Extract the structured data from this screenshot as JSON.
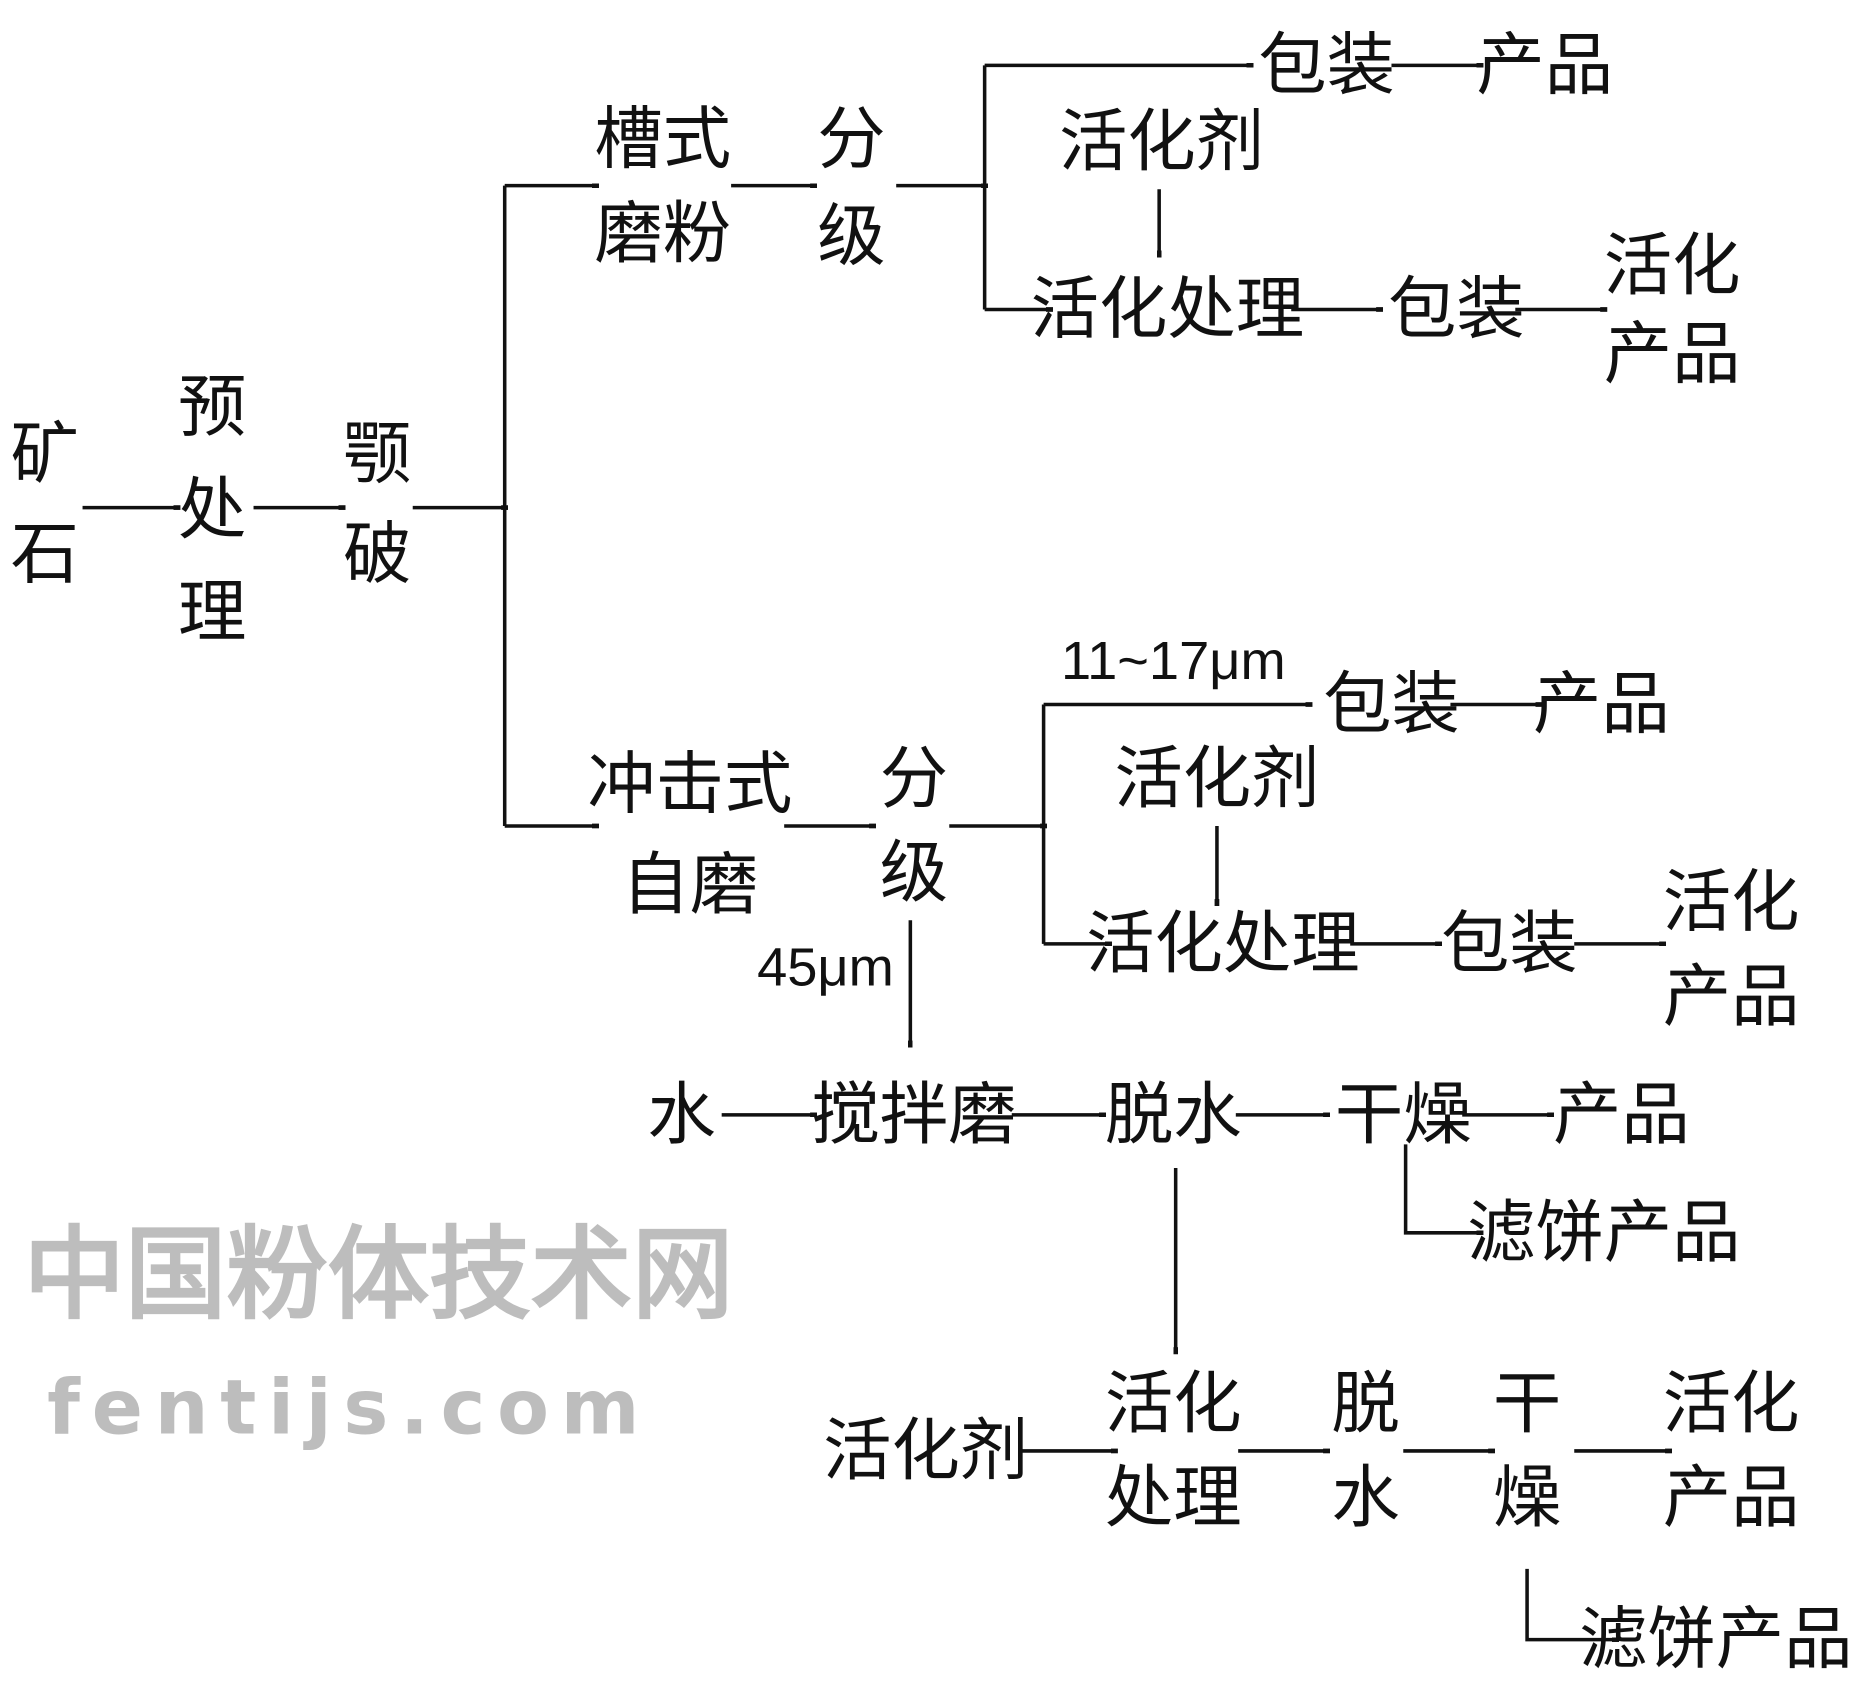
{
  "watermark": {
    "cn": "中国粉体技术网",
    "en": "fentijs.com"
  },
  "nodes": {
    "ore": [
      "矿",
      "石"
    ],
    "pretreat": [
      "预",
      "处",
      "理"
    ],
    "jaw": [
      "颚",
      "破"
    ],
    "trough_mill": [
      "槽式",
      "磨粉"
    ],
    "classify1": [
      "分",
      "级"
    ],
    "pack1": [
      "包装"
    ],
    "prod1": [
      "产品"
    ],
    "agent1": [
      "活化剂"
    ],
    "activate1": [
      "活化处理"
    ],
    "pack2": [
      "包装"
    ],
    "actprod1": [
      "活化",
      "产品"
    ],
    "impact_mill": [
      "冲击式",
      "自磨"
    ],
    "classify2": [
      "分",
      "级"
    ],
    "pack3": [
      "包装"
    ],
    "prod2": [
      "产品"
    ],
    "agent2": [
      "活化剂"
    ],
    "activate2": [
      "活化处理"
    ],
    "pack4": [
      "包装"
    ],
    "actprod2": [
      "活化",
      "产品"
    ],
    "water": [
      "水"
    ],
    "stir_mill": [
      "搅拌磨"
    ],
    "dewater1": [
      "脱水"
    ],
    "dry1": [
      "干燥"
    ],
    "prod3": [
      "产品"
    ],
    "cake1": [
      "滤饼产品"
    ],
    "agent3": [
      "活化剂"
    ],
    "activate3": [
      "活化",
      "处理"
    ],
    "dewater2": [
      "脱",
      "水"
    ],
    "dry2": [
      "干",
      "燥"
    ],
    "actprod3": [
      "活化",
      "产品"
    ],
    "cake2": [
      "滤饼产品"
    ]
  },
  "notes": {
    "fine_size": "11~17μm",
    "coarse_size": "45μm"
  }
}
